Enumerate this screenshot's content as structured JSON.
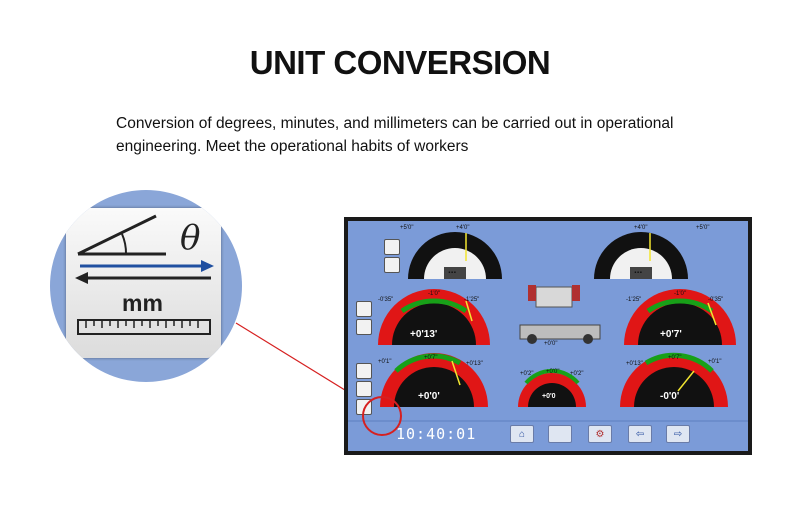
{
  "header": {
    "title": "UNIT CONVERSION",
    "description": "Conversion of degrees, minutes, and millimeters can be carried out in operational engineering. Meet the operational habits of workers"
  },
  "zoom": {
    "theta": "θ",
    "unit": "mm"
  },
  "screen": {
    "clock": "10:40:01",
    "top_gauges": [
      {
        "left_mark": "+5'0\"",
        "center_mark": "+4'0\"",
        "center": "..."
      },
      {
        "left_mark": "+4'0\"",
        "center_mark": "+5'0\"",
        "center": "..."
      }
    ],
    "middle_gauges": [
      {
        "left_mark": "-0'35\"",
        "center_mark": "-1'0\"",
        "right_mark": "-1'25\"",
        "value": "+0'13'"
      },
      {
        "left_mark": "-1'25\"",
        "center_mark": "-1'0\"",
        "right_mark": "-0'35\"",
        "value": "+0'7'"
      }
    ],
    "bottom_gauges": [
      {
        "left_mark": "+0'1\"",
        "center_mark": "+0'7\"",
        "right_mark": "+0'13\"",
        "value": "+0'0'"
      },
      {
        "left_mark": "+0'2\"",
        "center_mark": "+0'0\"",
        "right_mark": "+0'2\"",
        "value": "+0'0"
      },
      {
        "left_mark": "+0'13\"",
        "center_mark": "+0'7\"",
        "right_mark": "+0'1\"",
        "value": "-0'0'"
      }
    ],
    "center_value": "+0'0\"",
    "colors": {
      "screen_bg": "#7b9bd8",
      "gauge_red": "#e01616",
      "gauge_green": "#18a018",
      "gauge_black": "#111111",
      "accent": "#d62020"
    }
  }
}
